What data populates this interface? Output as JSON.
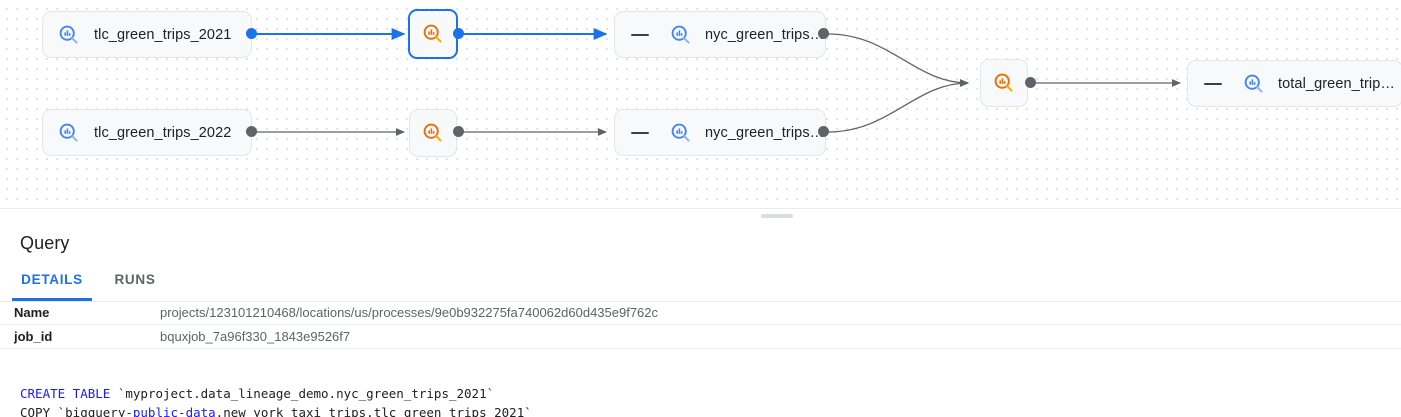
{
  "graph": {
    "nodes": [
      {
        "id": "tlc2021",
        "label": "tlc_green_trips_2021",
        "icon": "bigquery-table-icon",
        "icon_color": "#4285f4",
        "selected": false,
        "collapsible": false
      },
      {
        "id": "proc2021",
        "label": "",
        "icon": "bigquery-process-icon",
        "icon_color": "#f29900",
        "selected": true,
        "collapsible": false
      },
      {
        "id": "nyc2021",
        "label": "nyc_green_trips…",
        "icon": "bigquery-table-icon",
        "icon_color": "#4285f4",
        "selected": false,
        "collapsible": true
      },
      {
        "id": "tlc2022",
        "label": "tlc_green_trips_2022",
        "icon": "bigquery-table-icon",
        "icon_color": "#4285f4",
        "selected": false,
        "collapsible": false
      },
      {
        "id": "proc2022",
        "label": "",
        "icon": "bigquery-process-icon",
        "icon_color": "#f29900",
        "selected": false,
        "collapsible": false
      },
      {
        "id": "nyc2022",
        "label": "nyc_green_trips…",
        "icon": "bigquery-table-icon",
        "icon_color": "#4285f4",
        "selected": false,
        "collapsible": true
      },
      {
        "id": "procMerge",
        "label": "",
        "icon": "bigquery-process-icon",
        "icon_color": "#f29900",
        "selected": false,
        "collapsible": false
      },
      {
        "id": "total",
        "label": "total_green_trip…",
        "icon": "bigquery-table-icon",
        "icon_color": "#4285f4",
        "selected": false,
        "collapsible": true
      }
    ],
    "edge_color_default": "#5f6368",
    "edge_color_highlight": "#1a73e8"
  },
  "panel": {
    "title": "Query",
    "tabs": [
      {
        "id": "details",
        "label": "DETAILS",
        "active": true
      },
      {
        "id": "runs",
        "label": "RUNS",
        "active": false
      }
    ],
    "details": [
      {
        "key": "Name",
        "value": "projects/123101210468/locations/us/processes/9e0b932275fa740062d60d435e9f762c"
      },
      {
        "key": "job_id",
        "value": "bquxjob_7a96f330_1843e9526f7"
      }
    ],
    "sql": {
      "line1_keyword": "CREATE TABLE",
      "line1_rest": " `myproject.data_lineage_demo.nyc_green_trips_2021`",
      "line2_pre": "COPY `bigquery",
      "line2_keyword": "-public-data",
      "line2_rest": ".new_york_taxi_trips.tlc_green_trips_2021`"
    }
  }
}
